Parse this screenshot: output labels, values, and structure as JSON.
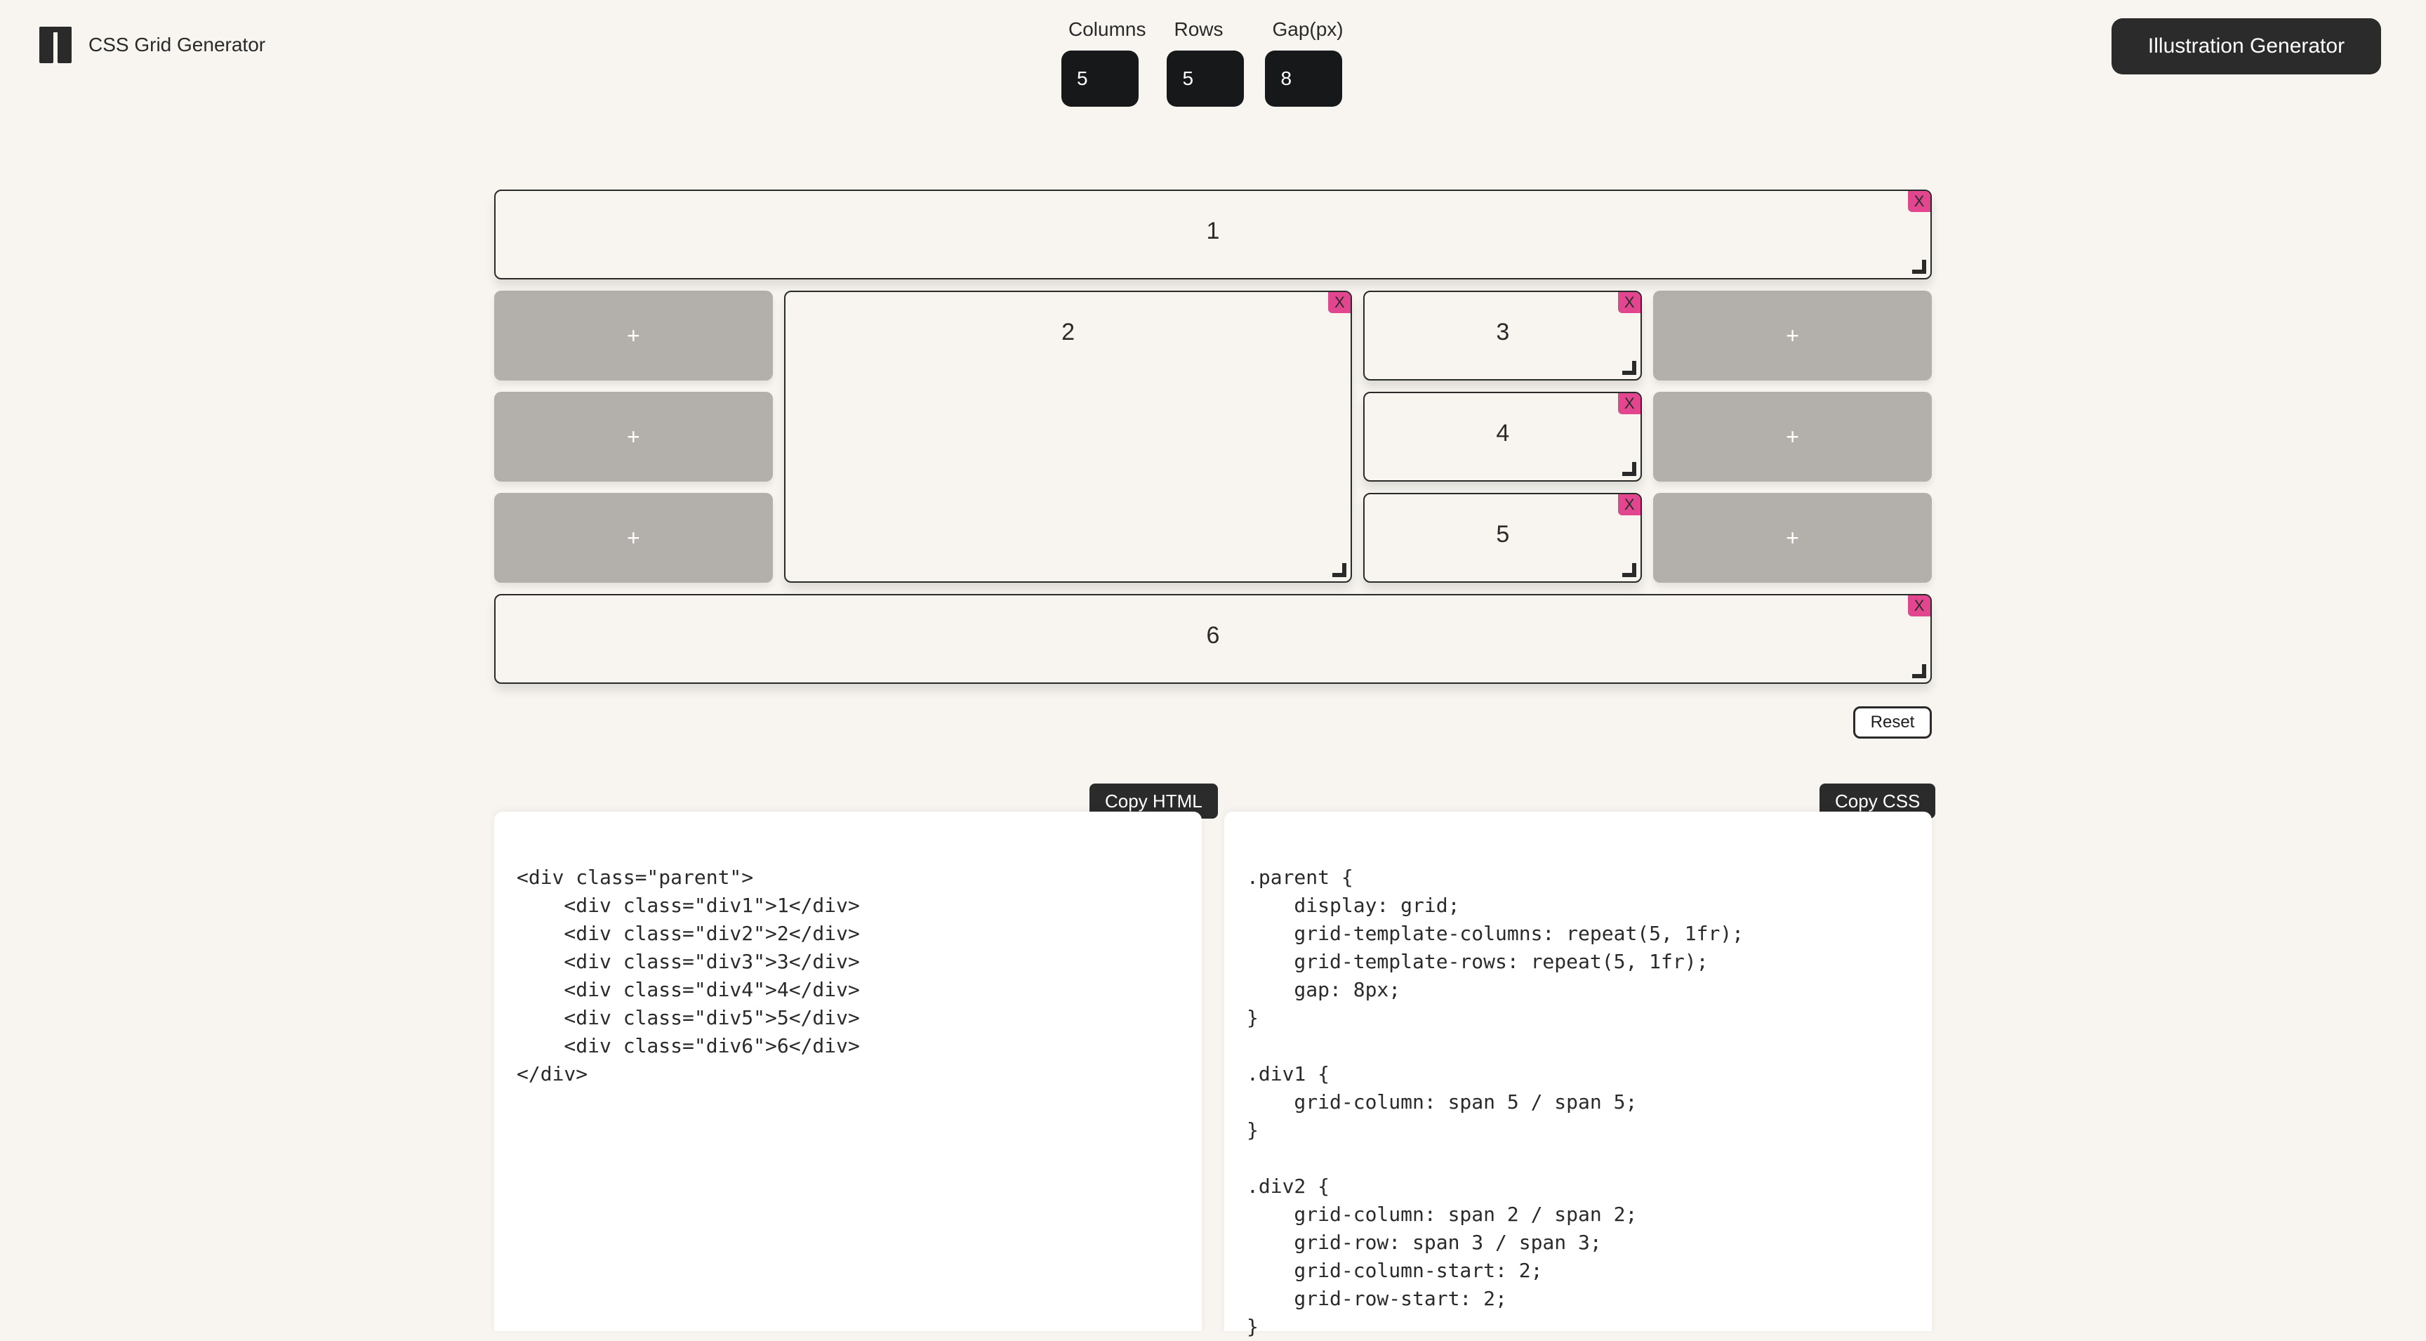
{
  "app": {
    "title": "CSS Grid Generator"
  },
  "controls": [
    {
      "label": "Columns",
      "value": "5"
    },
    {
      "label": "Rows",
      "value": "5"
    },
    {
      "label": "Gap(px)",
      "value": "8"
    }
  ],
  "header": {
    "illustration_button": "Illustration Generator"
  },
  "grid": {
    "add_label": "+",
    "close_label": "X",
    "items": [
      "1",
      "2",
      "3",
      "4",
      "5",
      "6"
    ]
  },
  "reset_label": "Reset",
  "html_panel": {
    "copy_label": "Copy HTML",
    "lines": [
      "<div class=\"parent\">",
      "    <div class=\"div1\">1</div>",
      "    <div class=\"div2\">2</div>",
      "    <div class=\"div3\">3</div>",
      "    <div class=\"div4\">4</div>",
      "    <div class=\"div5\">5</div>",
      "    <div class=\"div6\">6</div>",
      "</div>"
    ]
  },
  "css_panel": {
    "copy_label": "Copy CSS",
    "lines": [
      ".parent {",
      "    display: grid;",
      "    grid-template-columns: repeat(5, 1fr);",
      "    grid-template-rows: repeat(5, 1fr);",
      "    gap: 8px;",
      "}",
      "",
      ".div1 {",
      "    grid-column: span 5 / span 5;",
      "}",
      "",
      ".div2 {",
      "    grid-column: span 2 / span 2;",
      "    grid-row: span 3 / span 3;",
      "    grid-column-start: 2;",
      "    grid-row-start: 2;",
      "}"
    ]
  }
}
